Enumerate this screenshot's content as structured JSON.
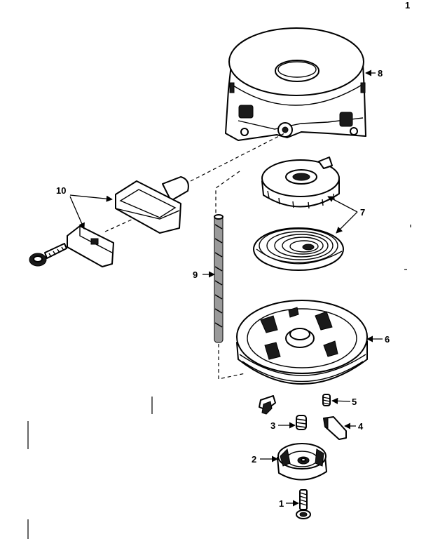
{
  "page_mark": "1",
  "callouts": {
    "p1": "1",
    "p2": "2",
    "p3": "3",
    "p4": "4",
    "p5": "5",
    "p6": "6",
    "p7": "7",
    "p8": "8",
    "p9": "9",
    "p10": "10"
  }
}
